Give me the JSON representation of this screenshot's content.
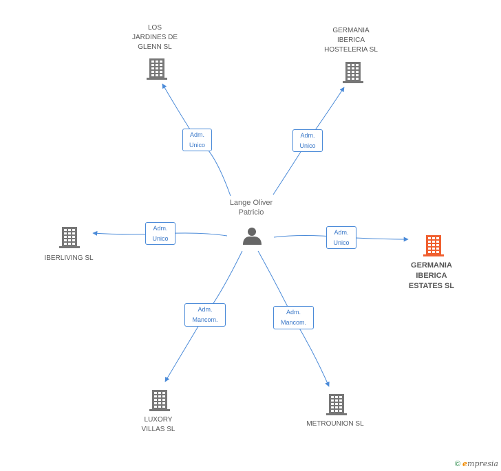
{
  "center": {
    "name_line1": "Lange Oliver",
    "name_line2": "Patricio"
  },
  "nodes": [
    {
      "id": "jardines",
      "lines": [
        "LOS",
        "JARDINES DE",
        "GLENN SL"
      ],
      "highlight": false
    },
    {
      "id": "hosteleria",
      "lines": [
        "GERMANIA",
        "IBERICA",
        "HOSTELERIA  SL"
      ],
      "highlight": false
    },
    {
      "id": "iberliving",
      "lines": [
        "IBERLIVING SL"
      ],
      "highlight": false
    },
    {
      "id": "estates",
      "lines": [
        "GERMANIA",
        "IBERICA",
        "ESTATES SL"
      ],
      "highlight": true
    },
    {
      "id": "luxory",
      "lines": [
        "LUXORY",
        "VILLAS SL"
      ],
      "highlight": false
    },
    {
      "id": "metrounion",
      "lines": [
        "METROUNION SL"
      ],
      "highlight": false
    }
  ],
  "edges": [
    {
      "to": "jardines",
      "line1": "Adm.",
      "line2": "Unico"
    },
    {
      "to": "hosteleria",
      "line1": "Adm.",
      "line2": "Unico"
    },
    {
      "to": "iberliving",
      "line1": "Adm.",
      "line2": "Unico"
    },
    {
      "to": "estates",
      "line1": "Adm.",
      "line2": "Unico"
    },
    {
      "to": "luxory",
      "line1": "Adm.",
      "line2": "Mancom."
    },
    {
      "to": "metrounion",
      "line1": "Adm.",
      "line2": "Mancom."
    }
  ],
  "colors": {
    "edge": "#4a8ad8",
    "building": "#777777",
    "building_highlight": "#f06030",
    "person": "#666666"
  },
  "footer": {
    "copyright": "©",
    "brand_e": "e",
    "brand_rest": "mpresia"
  }
}
